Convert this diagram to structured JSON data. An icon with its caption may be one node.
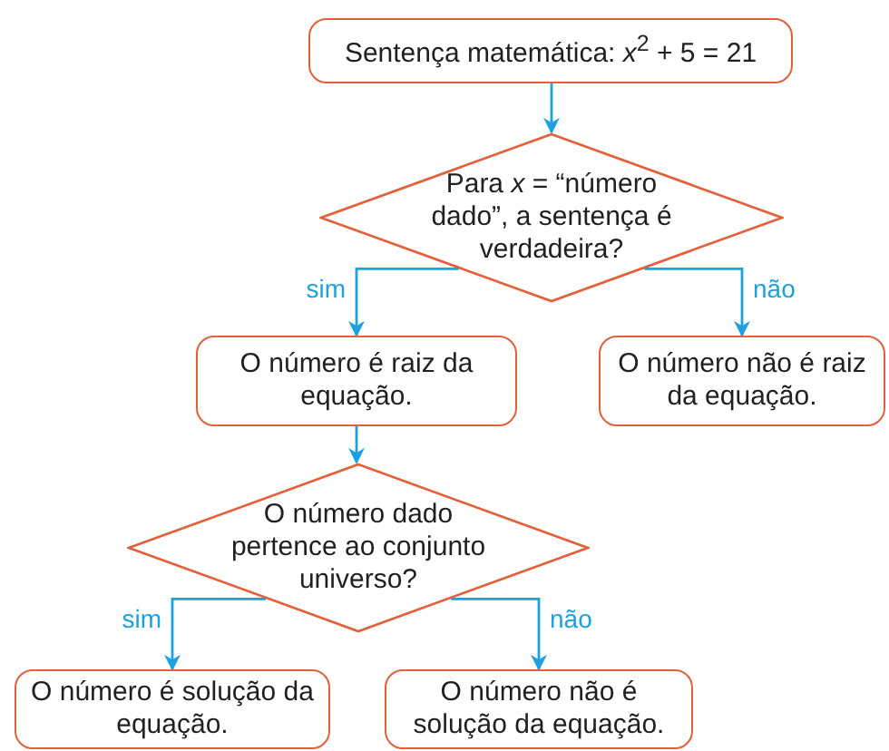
{
  "diagram": {
    "nodes": [
      {
        "text": [
          "Sentença matemática: *x*$^{2}$ + 5 = 21"
        ]
      },
      {
        "text": [
          "Para *x* = “número dado”, a sentença é verdadeira?"
        ]
      },
      {
        "text": [
          "O número é raiz da equação."
        ]
      },
      {
        "text": [
          "O número não é raiz da equação."
        ]
      },
      {
        "text": [
          "O número dado pertence ao conjunto universo?"
        ]
      },
      {
        "text": [
          "O número é solução da equação."
        ]
      },
      {
        "text": [
          "O número não é solução da equação."
        ]
      }
    ],
    "edges": [
      {
        "from": 0,
        "to": 1,
        "arrow": "to"
      },
      {
        "from": 1,
        "to": 2,
        "arrow": "to",
        "label": "sim"
      },
      {
        "from": 1,
        "to": 3,
        "arrow": "to",
        "label": "não"
      },
      {
        "from": 2,
        "to": 4,
        "arrow": "to"
      },
      {
        "from": 4,
        "to": 5,
        "arrow": "to",
        "label": "sim"
      },
      {
        "from": 4,
        "to": 6,
        "arrow": "to",
        "label": "não"
      }
    ]
  }
}
